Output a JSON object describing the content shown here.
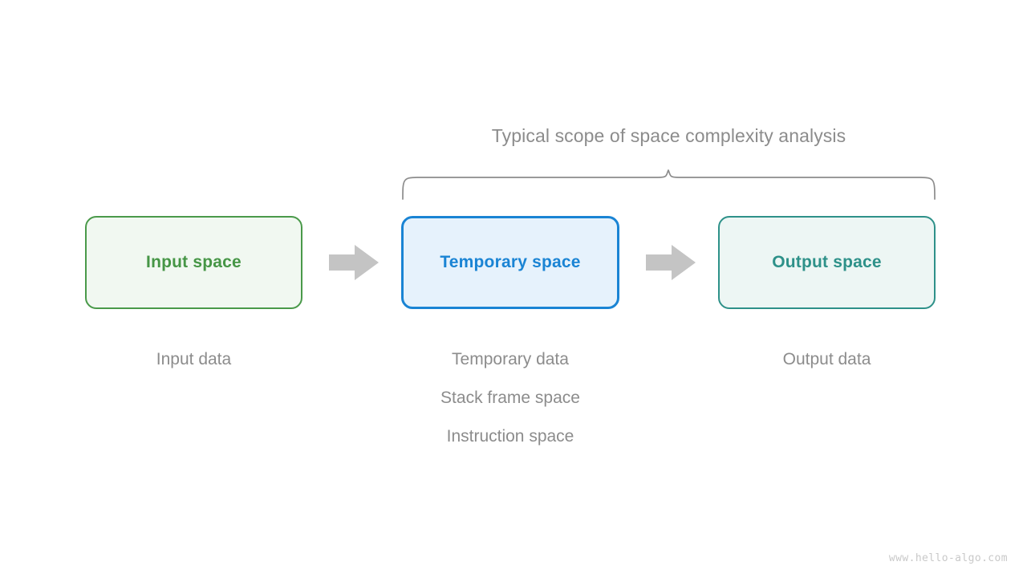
{
  "diagram": {
    "scope_title": "Typical scope of space complexity analysis",
    "watermark": "www.hello-algo.com",
    "colors": {
      "input_accent": "#4a9a4a",
      "input_fill": "#f1f8f1",
      "temp_accent": "#1a84d4",
      "temp_fill": "#e6f2fc",
      "output_accent": "#2e9189",
      "output_fill": "#edf6f4",
      "arrow": "#c4c4c4",
      "label_gray": "#8c8c8c",
      "brace": "#8c8c8c",
      "watermark": "#c9c9c9",
      "background": "#ffffff"
    },
    "stages": [
      {
        "id": "input",
        "box_label": "Input space",
        "captions": [
          "Input data"
        ]
      },
      {
        "id": "temporary",
        "box_label": "Temporary space",
        "captions": [
          "Temporary data",
          "Stack frame space",
          "Instruction space"
        ]
      },
      {
        "id": "output",
        "box_label": "Output space",
        "captions": [
          "Output data"
        ]
      }
    ],
    "arrows": [
      {
        "id": "arrow-input-to-temporary",
        "direction": "right"
      },
      {
        "id": "arrow-temporary-to-output",
        "direction": "right"
      }
    ]
  }
}
